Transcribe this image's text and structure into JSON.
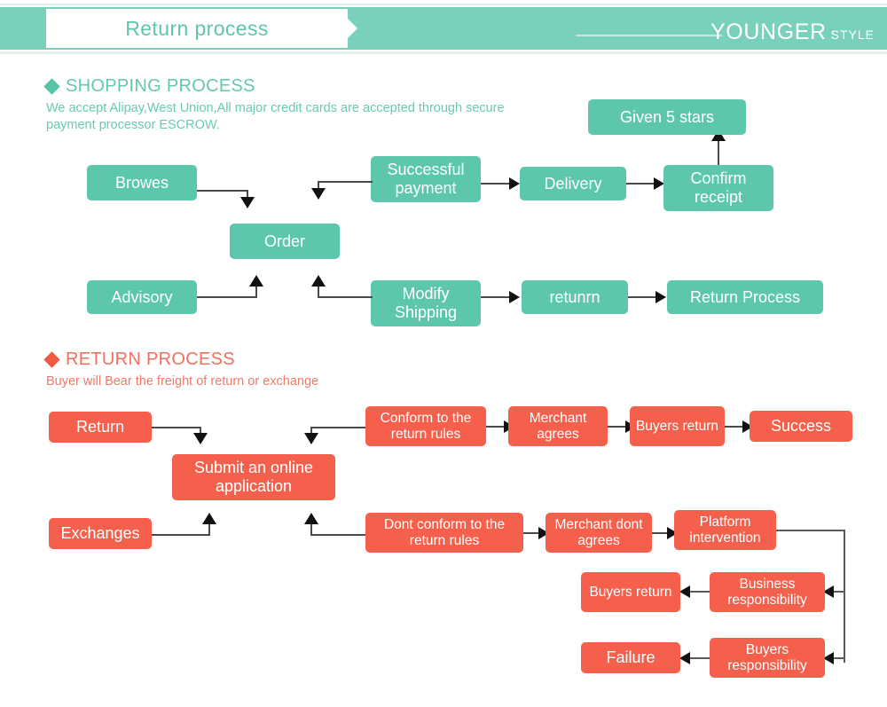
{
  "header": {
    "title": "Return process",
    "brand_main": "YOUNGER",
    "brand_sub": "STYLE"
  },
  "shopping_section": {
    "heading": "SHOPPING PROCESS",
    "subtitle": "We accept Alipay,West Union,All major credit cards are accepted through secure payment processor ESCROW.",
    "accent_color": "#5dc7ae",
    "boxes": [
      {
        "label": "Browes"
      },
      {
        "label": "Successful payment"
      },
      {
        "label": "Delivery"
      },
      {
        "label": "Given 5 stars"
      },
      {
        "label": "Confirm receipt"
      },
      {
        "label": "Order"
      },
      {
        "label": "Advisory"
      },
      {
        "label": "Modify Shipping"
      },
      {
        "label": "retunrn"
      },
      {
        "label": "Return Process"
      }
    ]
  },
  "return_section": {
    "heading": "RETURN PROCESS",
    "subtitle": "Buyer will Bear the freight of return or exchange",
    "accent_color": "#f4604b",
    "boxes": [
      {
        "label": "Return"
      },
      {
        "label": "Conform to the return rules"
      },
      {
        "label": "Merchant agrees"
      },
      {
        "label": "Buyers return"
      },
      {
        "label": "Success"
      },
      {
        "label": "Submit an online application"
      },
      {
        "label": "Exchanges"
      },
      {
        "label": "Dont conform to the return rules"
      },
      {
        "label": "Merchant dont agrees"
      },
      {
        "label": "Platform intervention"
      },
      {
        "label": "Buyers return"
      },
      {
        "label": "Business responsibility"
      },
      {
        "label": "Failure"
      },
      {
        "label": "Buyers responsibility"
      }
    ]
  }
}
